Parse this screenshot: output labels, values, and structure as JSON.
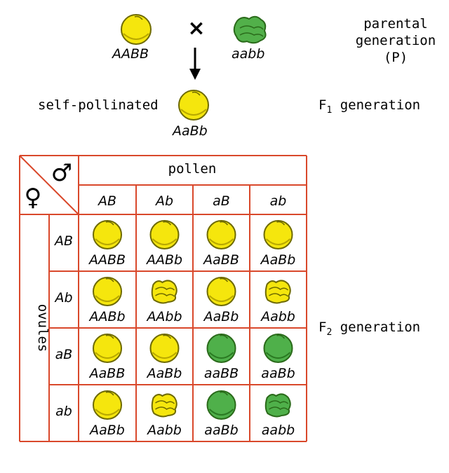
{
  "cross": {
    "parent_left": "AABB",
    "parent_right": "aabb",
    "cross_symbol": "×",
    "f1_genotype": "AaBb",
    "self_pollinated": "self-pollinated"
  },
  "labels": {
    "parental_line1": "parental",
    "parental_line2": "generation",
    "parental_line3": "(P)",
    "f1_prefix": "F",
    "f1_sub": "1",
    "f1_suffix": " generation",
    "f2_prefix": "F",
    "f2_sub": "2",
    "f2_suffix": " generation"
  },
  "punnett": {
    "male_symbol": "♂",
    "female_symbol": "♀",
    "pollen_label": "pollen",
    "ovules_label": "ovules",
    "pollen_gametes": [
      "AB",
      "Ab",
      "aB",
      "ab"
    ],
    "ovule_gametes": [
      "AB",
      "Ab",
      "aB",
      "ab"
    ],
    "rows": [
      {
        "cells": [
          {
            "genotype": "AABB",
            "color": "yellow",
            "shape": "round"
          },
          {
            "genotype": "AABb",
            "color": "yellow",
            "shape": "round"
          },
          {
            "genotype": "AaBB",
            "color": "yellow",
            "shape": "round"
          },
          {
            "genotype": "AaBb",
            "color": "yellow",
            "shape": "round"
          }
        ]
      },
      {
        "cells": [
          {
            "genotype": "AABb",
            "color": "yellow",
            "shape": "round"
          },
          {
            "genotype": "AAbb",
            "color": "yellow",
            "shape": "wrinkled"
          },
          {
            "genotype": "AaBb",
            "color": "yellow",
            "shape": "round"
          },
          {
            "genotype": "Aabb",
            "color": "yellow",
            "shape": "wrinkled"
          }
        ]
      },
      {
        "cells": [
          {
            "genotype": "AaBB",
            "color": "yellow",
            "shape": "round"
          },
          {
            "genotype": "AaBb",
            "color": "yellow",
            "shape": "round"
          },
          {
            "genotype": "aaBB",
            "color": "green",
            "shape": "round"
          },
          {
            "genotype": "aaBb",
            "color": "green",
            "shape": "round"
          }
        ]
      },
      {
        "cells": [
          {
            "genotype": "AaBb",
            "color": "yellow",
            "shape": "round"
          },
          {
            "genotype": "Aabb",
            "color": "yellow",
            "shape": "wrinkled"
          },
          {
            "genotype": "aaBb",
            "color": "green",
            "shape": "round"
          },
          {
            "genotype": "aabb",
            "color": "green",
            "shape": "wrinkled"
          }
        ]
      }
    ]
  },
  "colors": {
    "grid": "#d9482b",
    "yellow_fill": "#f5e60d",
    "yellow_stroke": "#6e6a00",
    "green_fill": "#7dc35a",
    "green_stroke": "#2a6a1a",
    "green_dark_fill": "#4fb04a",
    "symbol_blue": "#1a3d8c"
  }
}
